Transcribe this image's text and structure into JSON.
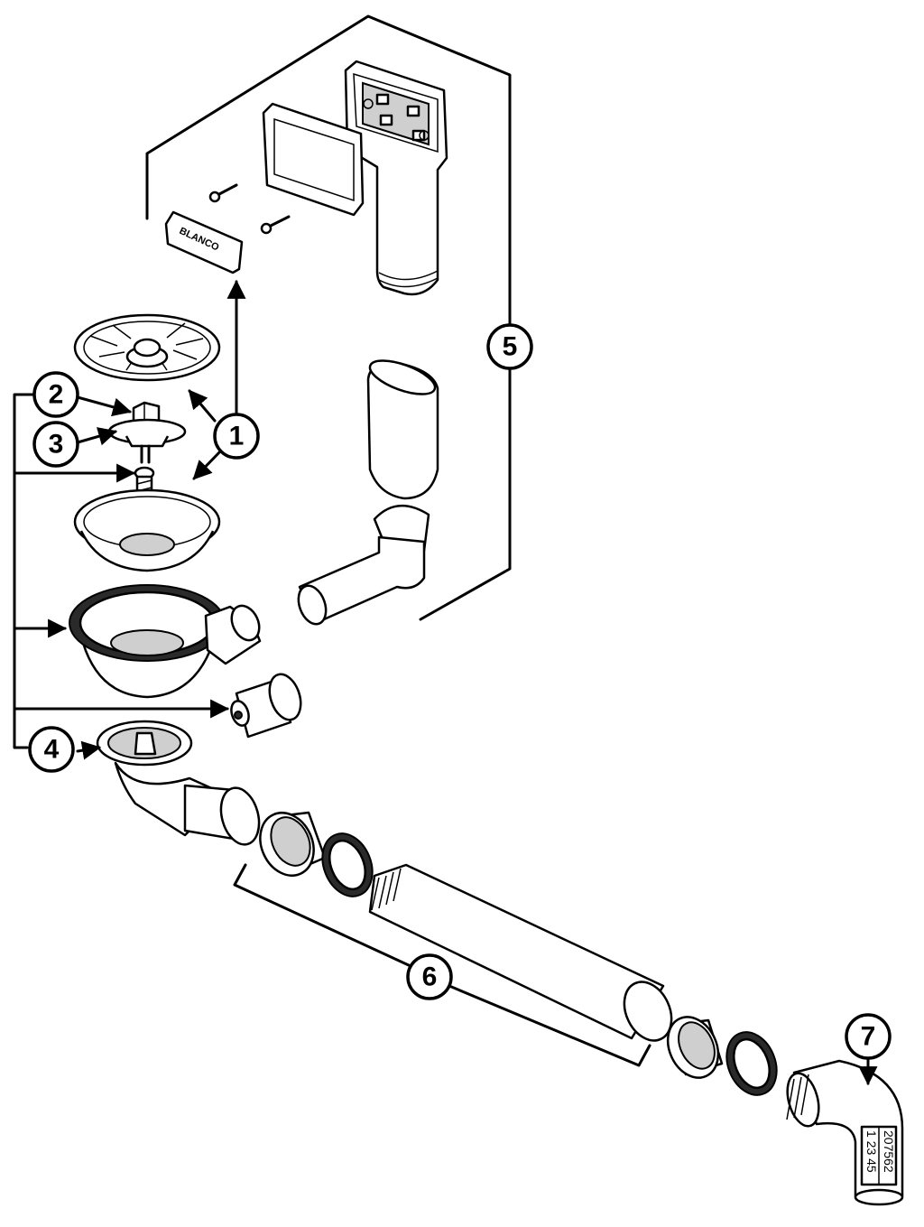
{
  "diagram": {
    "callouts": [
      {
        "id": "c1",
        "label": "1"
      },
      {
        "id": "c2",
        "label": "2"
      },
      {
        "id": "c3",
        "label": "3"
      },
      {
        "id": "c4",
        "label": "4"
      },
      {
        "id": "c5",
        "label": "5"
      },
      {
        "id": "c6",
        "label": "6"
      },
      {
        "id": "c7",
        "label": "7"
      }
    ],
    "brand_plate_text": "BLANCO",
    "elbow_code_line1": "207562",
    "elbow_code_line2": "1 23 45",
    "colors": {
      "stroke": "#000000",
      "fill": "#ffffff",
      "shade": "#cfcfcf"
    }
  }
}
